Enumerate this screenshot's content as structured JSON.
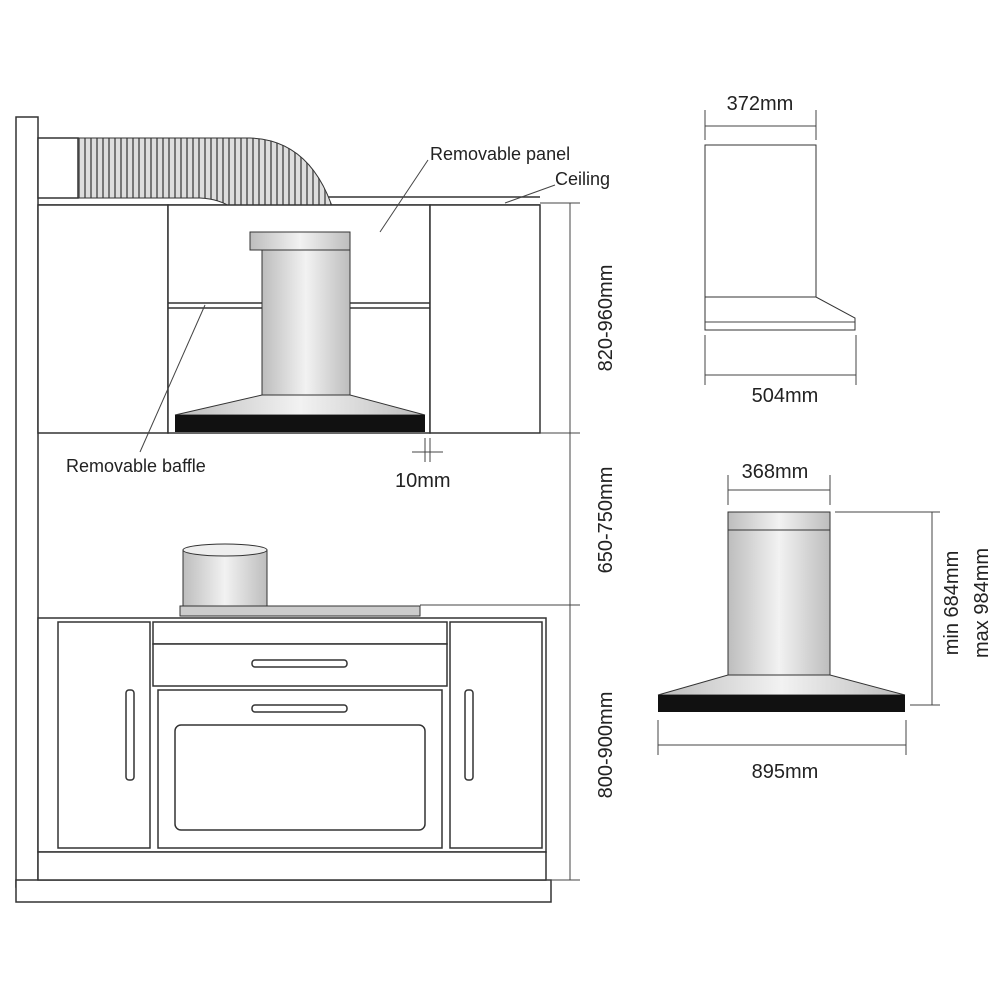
{
  "labels": {
    "removable_panel": "Removable panel",
    "ceiling": "Ceiling",
    "removable_baffle": "Removable baffle",
    "gap": "10mm"
  },
  "dimensions": {
    "cabinet_height": "820-960mm",
    "hood_to_hob": "650-750mm",
    "counter_height": "800-900mm",
    "side_top_width": "372mm",
    "side_depth": "504mm",
    "front_chimney_width": "368mm",
    "front_hood_width": "895mm",
    "min_height": "min 684mm",
    "max_height": "max 984mm"
  },
  "colors": {
    "line": "#333333",
    "hood_black": "#111111",
    "steel": "#d9d9d9"
  }
}
